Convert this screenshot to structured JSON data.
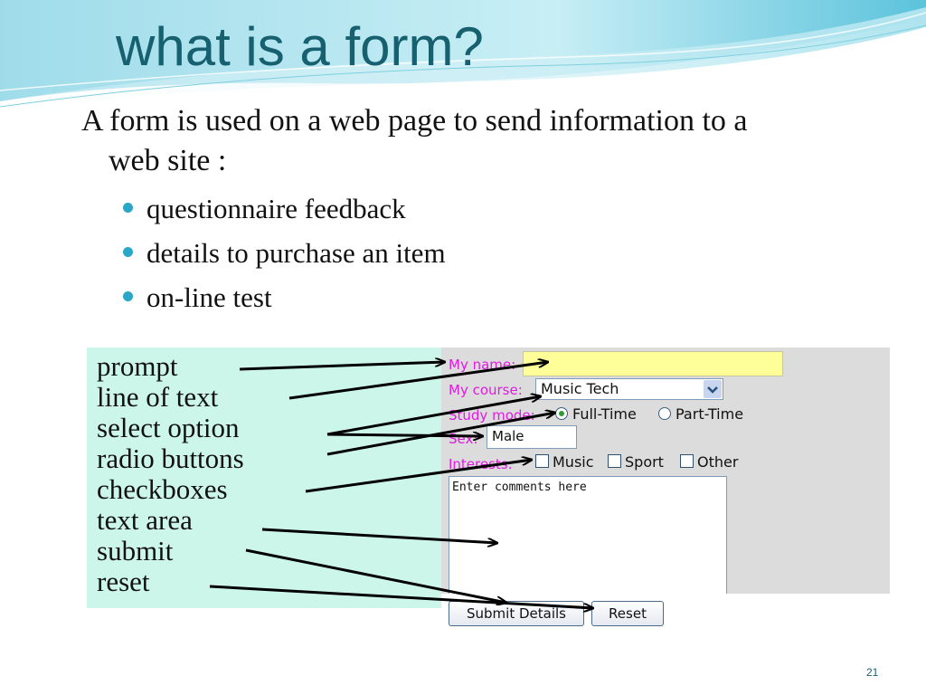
{
  "slide": {
    "title": "what is a form?",
    "intro_line1": "A form is used on a web page to send information to a",
    "intro_line2": "web site :",
    "bullets": [
      "questionnaire feedback",
      "details to purchase an item",
      "on-line test"
    ],
    "page_number": "21"
  },
  "labels": [
    "prompt",
    "line of text",
    "select option",
    "radio buttons",
    "checkboxes",
    "text area",
    "submit",
    "reset"
  ],
  "form": {
    "name_prompt": "My name:",
    "course_prompt": "My course:",
    "course_value": "Music Tech",
    "study_prompt": "Study mode:",
    "radio_fulltime": "Full-Time",
    "radio_parttime": "Part-Time",
    "sex_prompt": "Sex:",
    "sex_value": "Male",
    "interests_prompt": "Interests:",
    "check_music": "Music",
    "check_sport": "Sport",
    "check_other": "Other",
    "comments_text": "Enter comments here",
    "submit_label": "Submit Details",
    "reset_label": "Reset"
  },
  "colors": {
    "title": "#16606f",
    "bullet": "#2aa6c8",
    "label_panel": "#cdf6ea",
    "prompt_text": "#e21ae2",
    "name_field": "#ffff99"
  }
}
